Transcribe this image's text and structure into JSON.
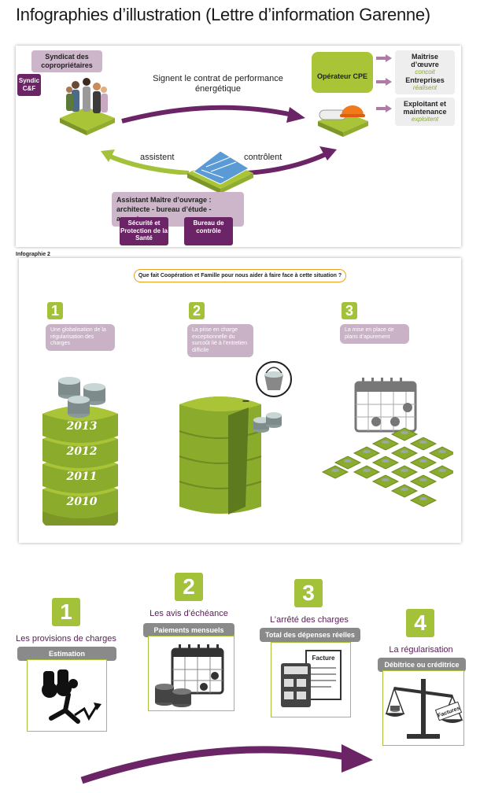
{
  "title": "Infographies d’illustration (Lettre d’information Garenne)",
  "infographic1": {
    "syndicat": "Syndicat des copropriétaires",
    "syndic": "Syndic C&F",
    "contract": "Signent le contrat de performance énergétique",
    "operator": "Opérateur CPE",
    "roles": [
      {
        "title": "Maîtrise d’œuvre",
        "verb": "conçoit"
      },
      {
        "title": "Entreprises",
        "verb": "réalisent"
      },
      {
        "title": "Exploitant et maintenance",
        "verb": "exploitent"
      }
    ],
    "assistent": "assistent",
    "controlent": "contrôlent",
    "assistant": "Assistant Maître d’ouvrage : architecte - bureau d’étude - avocats",
    "securite": "Sécurité et Protection de la Santé",
    "bureau": "Bureau de contrôle"
  },
  "infographic2": {
    "label": "Infographie 2",
    "question": "Que fait Coopération et Famille pour nous aider à faire face à cette situation ?",
    "steps": [
      {
        "num": "1",
        "text": "Une globalisation de la régularisation des charges"
      },
      {
        "num": "2",
        "text": "La prise en charge exceptionnelle du surcoût lié à l’entretien difficile"
      },
      {
        "num": "3",
        "text": "La mise en place de plans d’apurement"
      }
    ],
    "years": [
      "2013",
      "2012",
      "2011",
      "2010"
    ],
    "minus": "–"
  },
  "infographic3": {
    "steps": [
      {
        "num": "1",
        "title": "Les provisions de charges",
        "tag": "Estimation"
      },
      {
        "num": "2",
        "title": "Les avis d’échéance",
        "tag": "Paiements mensuels"
      },
      {
        "num": "3",
        "title": "L’arrêté des charges",
        "tag": "Total des dépenses réelles",
        "doc": "Facture"
      },
      {
        "num": "4",
        "title": "La régularisation",
        "tag": "Débitrice ou créditrice",
        "doc": "Factures"
      }
    ]
  },
  "colors": {
    "green": "#a3c23a",
    "purple": "#6b2465",
    "lilac": "#cdb6c9"
  }
}
